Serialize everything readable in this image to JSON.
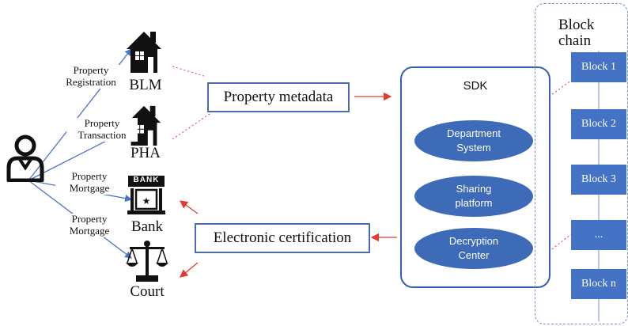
{
  "actors": [
    {
      "name": "BLM",
      "icon": "house-icon",
      "edge_label": [
        "Property",
        "Registration"
      ]
    },
    {
      "name": "PHA",
      "icon": "house-icon",
      "edge_label": [
        "Property",
        "Transaction"
      ]
    },
    {
      "name": "Bank",
      "icon": "bank-icon",
      "icon_text": "BANK",
      "edge_label": [
        "Property",
        "Mortgage"
      ]
    },
    {
      "name": "Court",
      "icon": "scales-icon",
      "edge_label": [
        "Property",
        "Mortgage"
      ]
    }
  ],
  "boxes": {
    "metadata": "Property metadata",
    "certification": "Electronic certification"
  },
  "sdk": {
    "title": "SDK",
    "components": [
      [
        "Department",
        "System"
      ],
      [
        "Sharing",
        "platform"
      ],
      [
        "Decryption",
        "Center"
      ]
    ]
  },
  "blockchain": {
    "title": [
      "Block",
      "chain"
    ],
    "blocks": [
      "Block 1",
      "Block 2",
      "Block 3",
      "...",
      "Block n"
    ]
  },
  "colors": {
    "link_line": "#4a72c4",
    "arrow": "#e53935",
    "ellipse": "#3d6bb8",
    "block": "#4472c4",
    "icon": "#111111"
  }
}
